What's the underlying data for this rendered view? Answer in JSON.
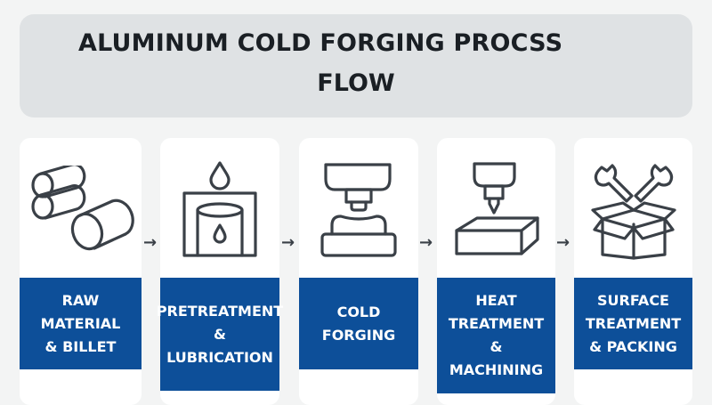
{
  "title": {
    "line1": "ALUMINUM COLD FORGING PROCSS",
    "line2": "FLOW"
  },
  "colors": {
    "label_bg": "#0d4f99",
    "label_text": "#ffffff",
    "title_bg": "#dfe2e4",
    "icon_stroke": "#3a4047"
  },
  "steps": [
    {
      "icon": "billets-icon",
      "lines": [
        "RAW",
        "MATERIAL",
        "& BILLET"
      ]
    },
    {
      "icon": "lubrication-tank-icon",
      "lines": [
        "PRETREATMENT",
        "&",
        "LUBRICATION"
      ]
    },
    {
      "icon": "forging-press-icon",
      "lines": [
        "COLD",
        "FORGING"
      ]
    },
    {
      "icon": "machining-tool-icon",
      "lines": [
        "HEAT",
        "TREATMENT",
        "&",
        "MACHINING"
      ]
    },
    {
      "icon": "wrenches-box-icon",
      "lines": [
        "SURFACE",
        "TREATMENT",
        "& PACKING"
      ]
    }
  ],
  "arrow_glyph": "→"
}
